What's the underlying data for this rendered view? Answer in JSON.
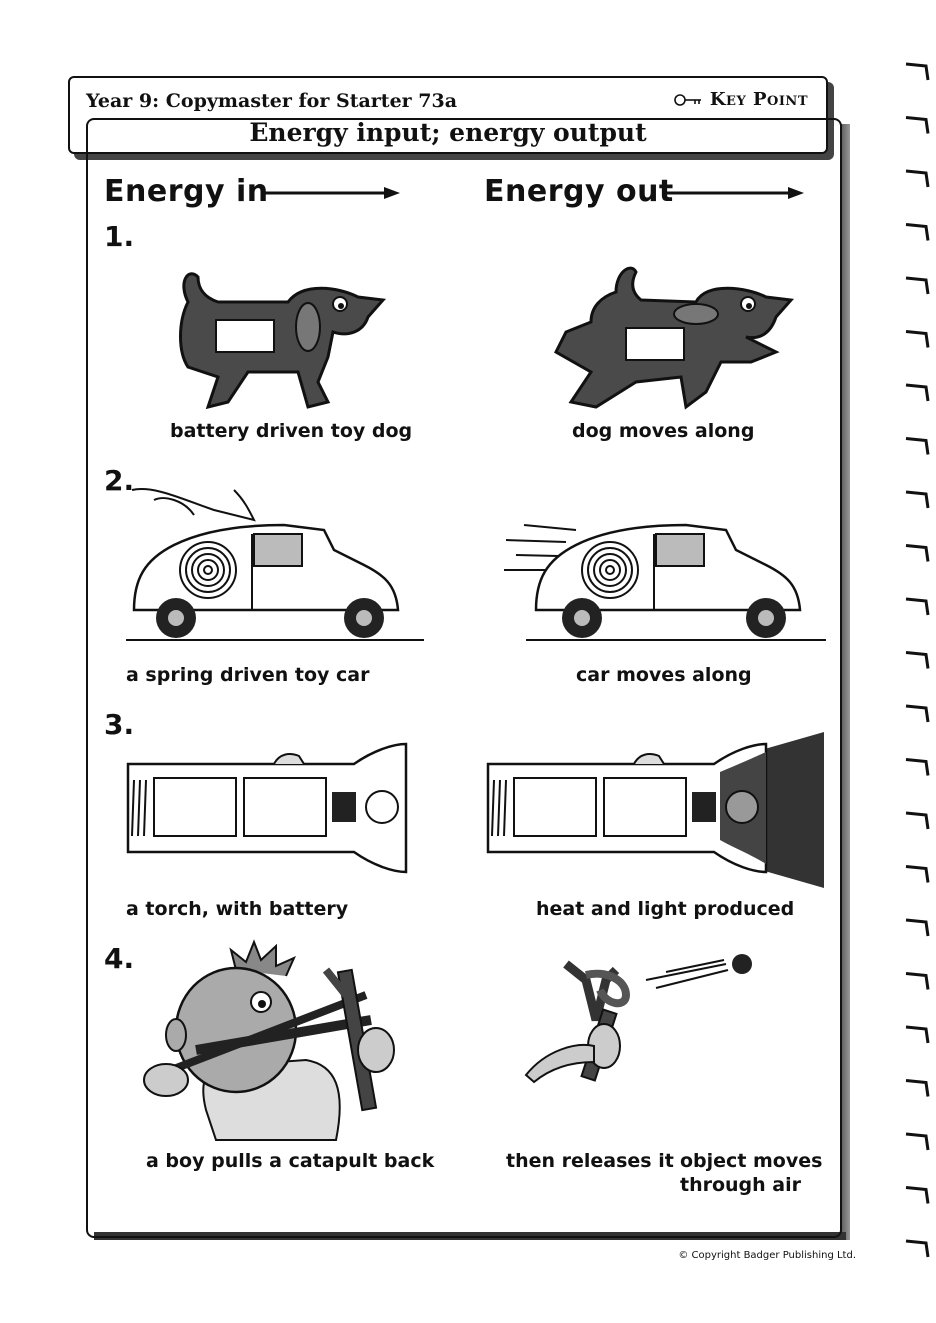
{
  "header": {
    "subtitle": "Year 9: Copymaster for Starter 73a",
    "badge": "Key Point",
    "title": "Energy input; energy output"
  },
  "columns": {
    "energy_in": "Energy in",
    "energy_out": "Energy out"
  },
  "examples": [
    {
      "number": "1.",
      "input": "battery driven toy dog",
      "output": "dog moves along"
    },
    {
      "number": "2.",
      "input": "a spring driven toy car",
      "output": "car moves along"
    },
    {
      "number": "3.",
      "input": "a torch, with battery",
      "output": "heat and light produced"
    },
    {
      "number": "4.",
      "input": "a boy pulls a catapult back",
      "output_a": "then releases it",
      "output_b_line1": "object moves",
      "output_b_line2": "through air"
    }
  ],
  "footer": {
    "copyright": "© Copyright Badger Publishing Ltd."
  }
}
